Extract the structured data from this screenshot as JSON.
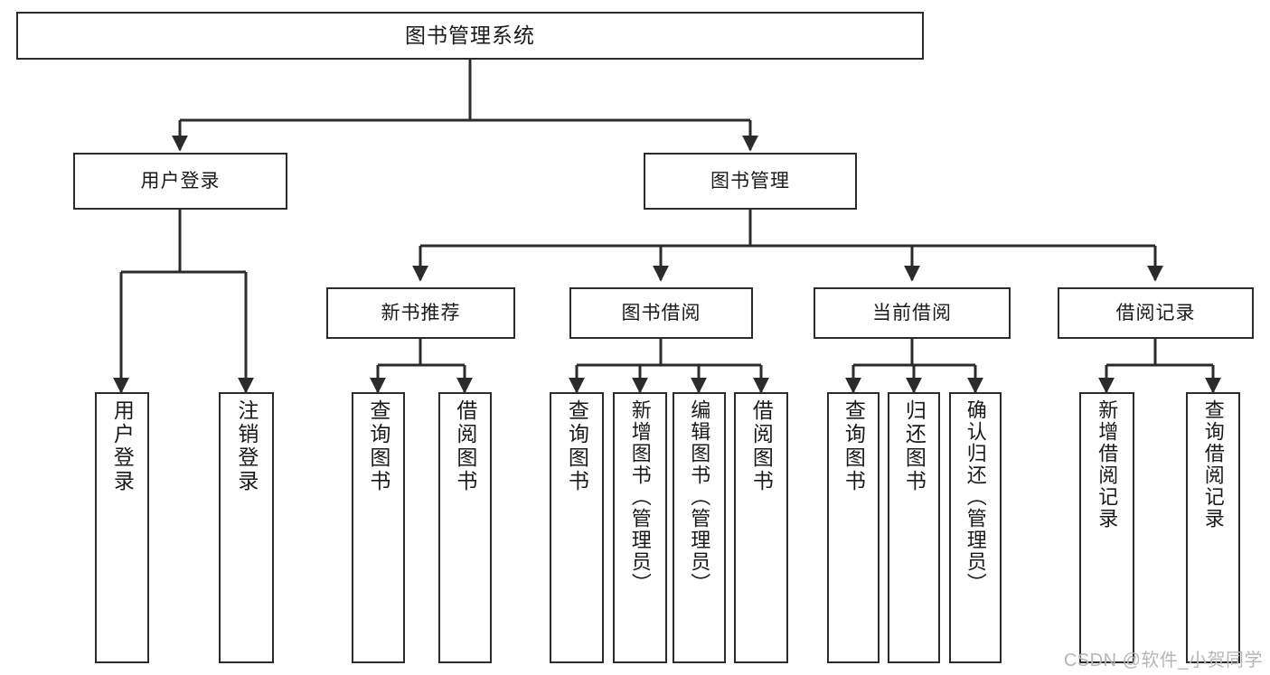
{
  "diagram": {
    "type": "tree",
    "title": "图书管理系统",
    "root": {
      "label": "图书管理系统"
    },
    "level2": [
      {
        "label": "用户登录"
      },
      {
        "label": "图书管理"
      }
    ],
    "level3": [
      {
        "label": "新书推荐"
      },
      {
        "label": "图书借阅"
      },
      {
        "label": "当前借阅"
      },
      {
        "label": "借阅记录"
      }
    ],
    "leaves": {
      "user_login": [
        {
          "label": "用户登录"
        },
        {
          "label": "注销登录"
        }
      ],
      "new_book_recommend": [
        {
          "label": "查询图书"
        },
        {
          "label": "借阅图书"
        }
      ],
      "book_borrow": [
        {
          "label": "查询图书"
        },
        {
          "label": "新增图书（管理员）"
        },
        {
          "label": "编辑图书（管理员）"
        },
        {
          "label": "借阅图书"
        }
      ],
      "current_borrow": [
        {
          "label": "查询图书"
        },
        {
          "label": "归还图书"
        },
        {
          "label": "确认归还（管理员）"
        }
      ],
      "borrow_record": [
        {
          "label": "新增借阅记录"
        },
        {
          "label": "查询借阅记录"
        }
      ]
    }
  },
  "watermark": {
    "text": "CSDN @软件_小贺同学"
  },
  "colors": {
    "stroke": "#2b2b2b",
    "fill": "#ffffff",
    "text": "#1a1a1a",
    "watermark": "#b6b6b6"
  }
}
